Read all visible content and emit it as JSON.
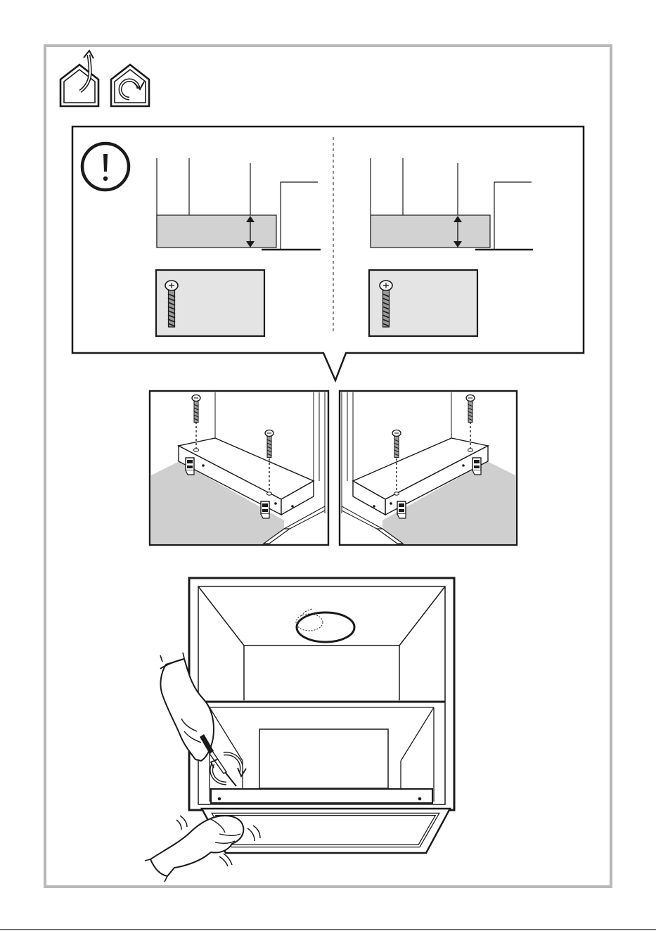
{
  "document": {
    "icons": [
      "ducted-mode-icon",
      "recirculation-mode-icon"
    ],
    "warning_icon": "exclamation-icon",
    "colors": {
      "frame": "#b8b8b8",
      "ink": "#1a1a1a",
      "cabinet_fill": "#d2d2d2",
      "screw_box_fill": "#e4e4e4",
      "worktop_fill": "#cfcfcf"
    },
    "panels": {
      "left_detail": {
        "screw": "short-screw"
      },
      "right_detail": {
        "screw": "short-screw"
      },
      "left_install": {
        "screws": 2
      },
      "right_install": {
        "screws": 2
      }
    }
  }
}
